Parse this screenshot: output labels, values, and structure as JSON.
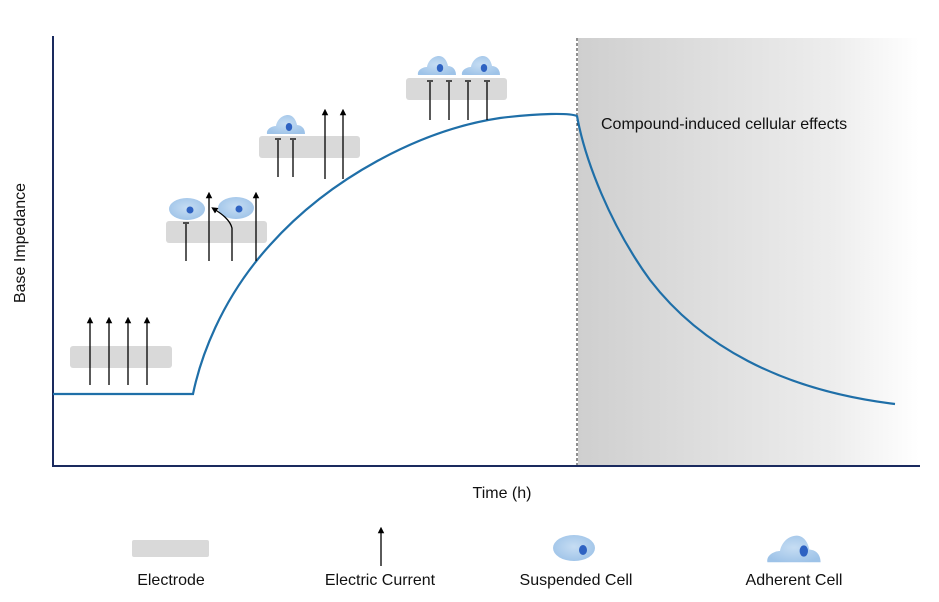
{
  "diagram": {
    "y_axis_label": "Base Impedance",
    "x_axis_label": "Time (h)",
    "annotation": "Compound-induced cellular effects"
  },
  "legend": {
    "electrode": "Electrode",
    "electric_current": "Electric Current",
    "suspended_cell": "Suspended Cell",
    "adherent_cell": "Adherent Cell"
  },
  "colors": {
    "curve": "#1f6fa8",
    "axis": "#1a2a5e",
    "electrode": "#d9d9d9",
    "cell_body": "#aecdec",
    "cell_nucleus": "#2e62c2",
    "shade": "#d4d4d4"
  },
  "icons": [
    "electrode-bar",
    "current-arrow",
    "suspended-cell-icon",
    "adherent-cell-icon"
  ]
}
